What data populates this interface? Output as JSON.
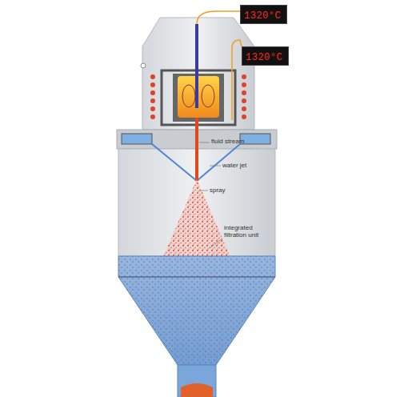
{
  "diagram": {
    "nodes": [
      {
        "text": [
          "1320°C"
        ]
      },
      {
        "text": [
          "1320°C"
        ]
      }
    ],
    "labels": [
      "fluid stream",
      "water jet",
      "spray",
      "integrated filtration unit"
    ]
  }
}
